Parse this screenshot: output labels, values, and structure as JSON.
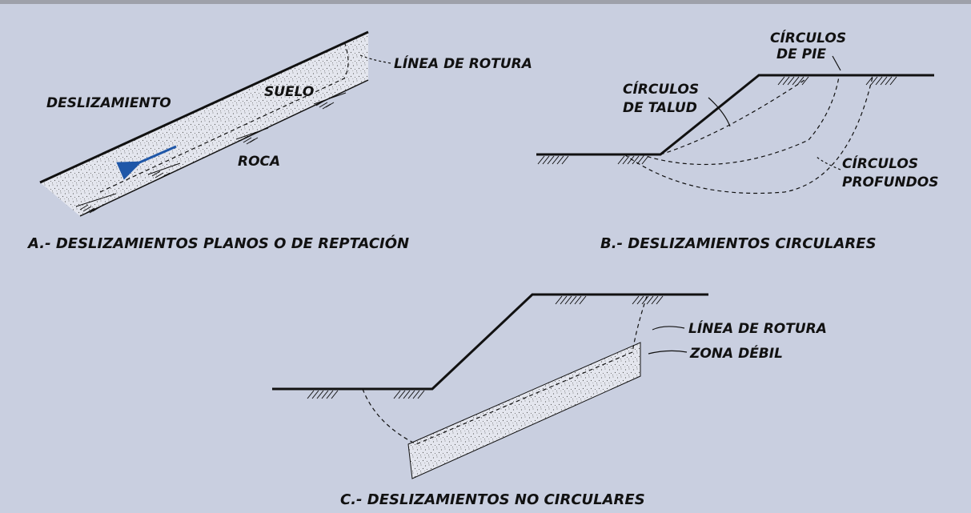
{
  "colors": {
    "background": "#c9cfe0",
    "line": "#111111",
    "arrow": "#1f57a8",
    "fill": "#dfe2ec"
  },
  "panel_a": {
    "caption": "A.- DESLIZAMIENTOS PLANOS O DE REPTACIÓN",
    "label_slide": "DESLIZAMIENTO",
    "label_soil": "SUELO",
    "label_rock": "ROCA",
    "label_failure": "LÍNEA DE ROTURA"
  },
  "panel_b": {
    "caption": "B.- DESLIZAMIENTOS CIRCULARES",
    "label_toe_1": "CÍRCULOS",
    "label_toe_2": "DE PIE",
    "label_slope_1": "CÍRCULOS",
    "label_slope_2": "DE TALUD",
    "label_deep_1": "CÍRCULOS",
    "label_deep_2": "PROFUNDOS"
  },
  "panel_c": {
    "caption": "C.- DESLIZAMIENTOS  NO CIRCULARES",
    "label_failure": "LÍNEA DE ROTURA",
    "label_weak": "ZONA DÉBIL"
  }
}
